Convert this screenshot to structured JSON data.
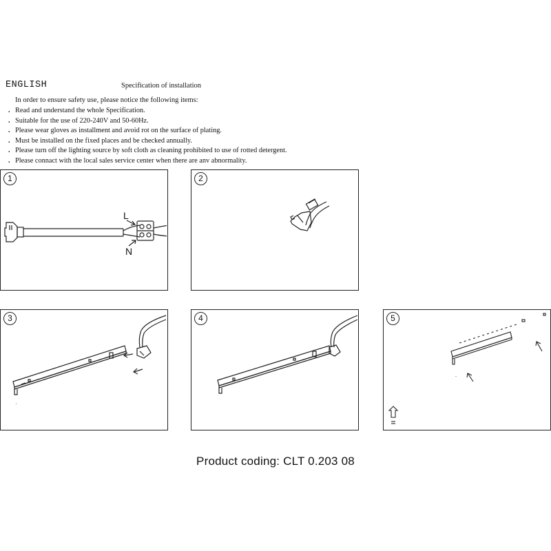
{
  "header": {
    "language": "ENGLISH",
    "title": "Specification of installation",
    "intro": "In order to ensure safety use, please notice the following items:"
  },
  "items": [
    "Read and understand the whole Specification.",
    "Suitable for the use of 220-240V and 50-60Hz.",
    "Please wear gloves as installment and avoid rot on the surface of plating.",
    "Must be installed on the fixed places and be checked annually.",
    "Please turn off the lighting source by soft cloth as cleaning prohibited to use of rotted detergent.",
    "Please connact with the local sales service center when there are anv abnormality."
  ],
  "bullet": ".",
  "steps": [
    {
      "num": "1",
      "labels": {
        "live": "L",
        "neutral": "N"
      }
    },
    {
      "num": "2"
    },
    {
      "num": "3"
    },
    {
      "num": "4"
    },
    {
      "num": "5"
    }
  ],
  "footer": {
    "product_coding": "Product coding: CLT 0.203 08"
  }
}
